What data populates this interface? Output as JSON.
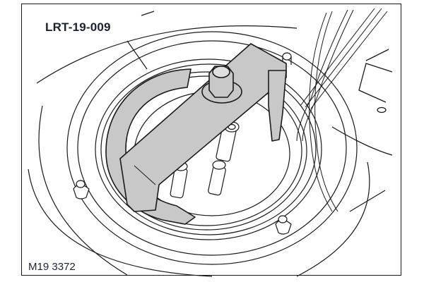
{
  "figure": {
    "tool_callout": "LRT-19-009",
    "figure_id": "M19 3372",
    "subject": "fuel-pump-locking-ring-removal-tool",
    "colors": {
      "line": "#1a1a1a",
      "tool_fill": "#c8c8c8",
      "background": "#ffffff",
      "label_text": "#1c2230"
    }
  }
}
